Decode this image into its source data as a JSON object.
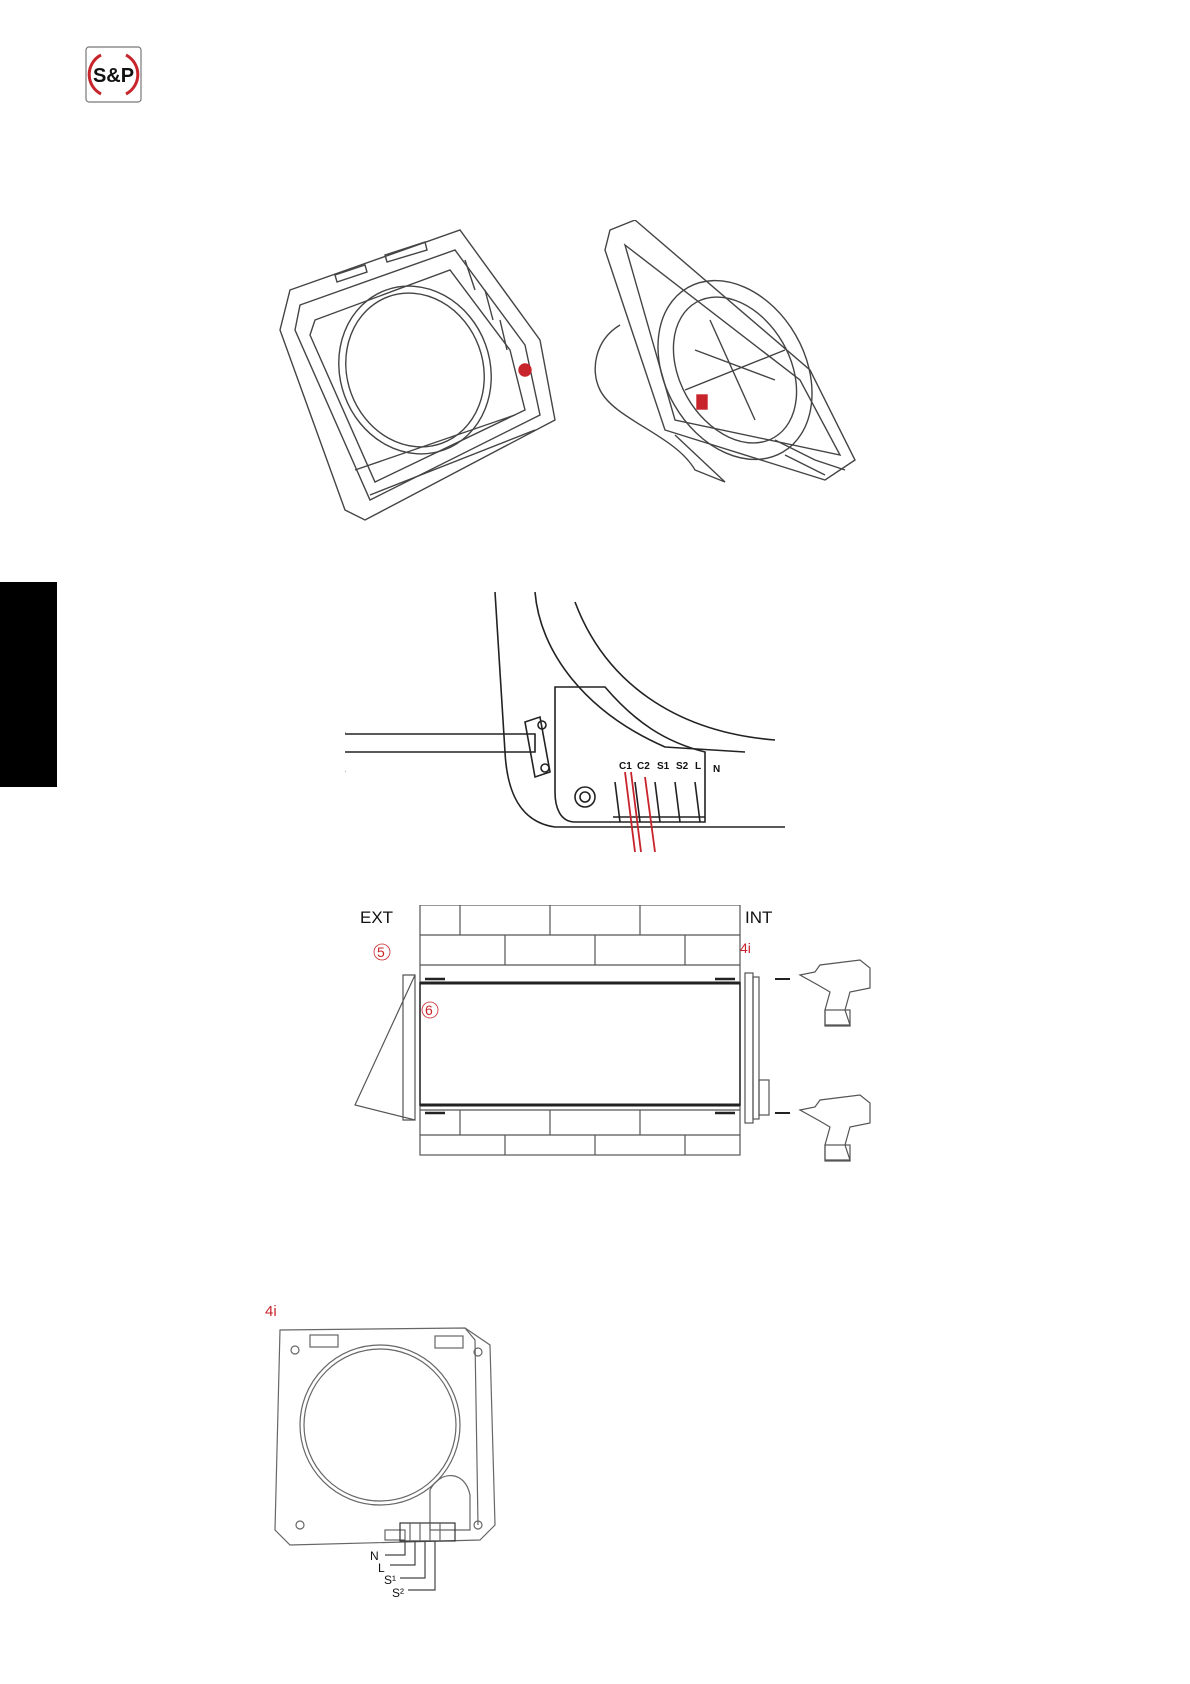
{
  "brand": {
    "logo_text": "S&P",
    "accent": "#c8242b"
  },
  "wiring_terminals": [
    "C1",
    "C2",
    "S1",
    "S2",
    "L",
    "N"
  ],
  "installation": {
    "ext_label": "EXT",
    "int_label": "INT",
    "callout_5": "5",
    "callout_4i": "4i",
    "callout_6": "6"
  },
  "front_panel": {
    "callout": "4i",
    "terminal_labels": [
      "N",
      "L",
      "S¹",
      "S²"
    ]
  }
}
